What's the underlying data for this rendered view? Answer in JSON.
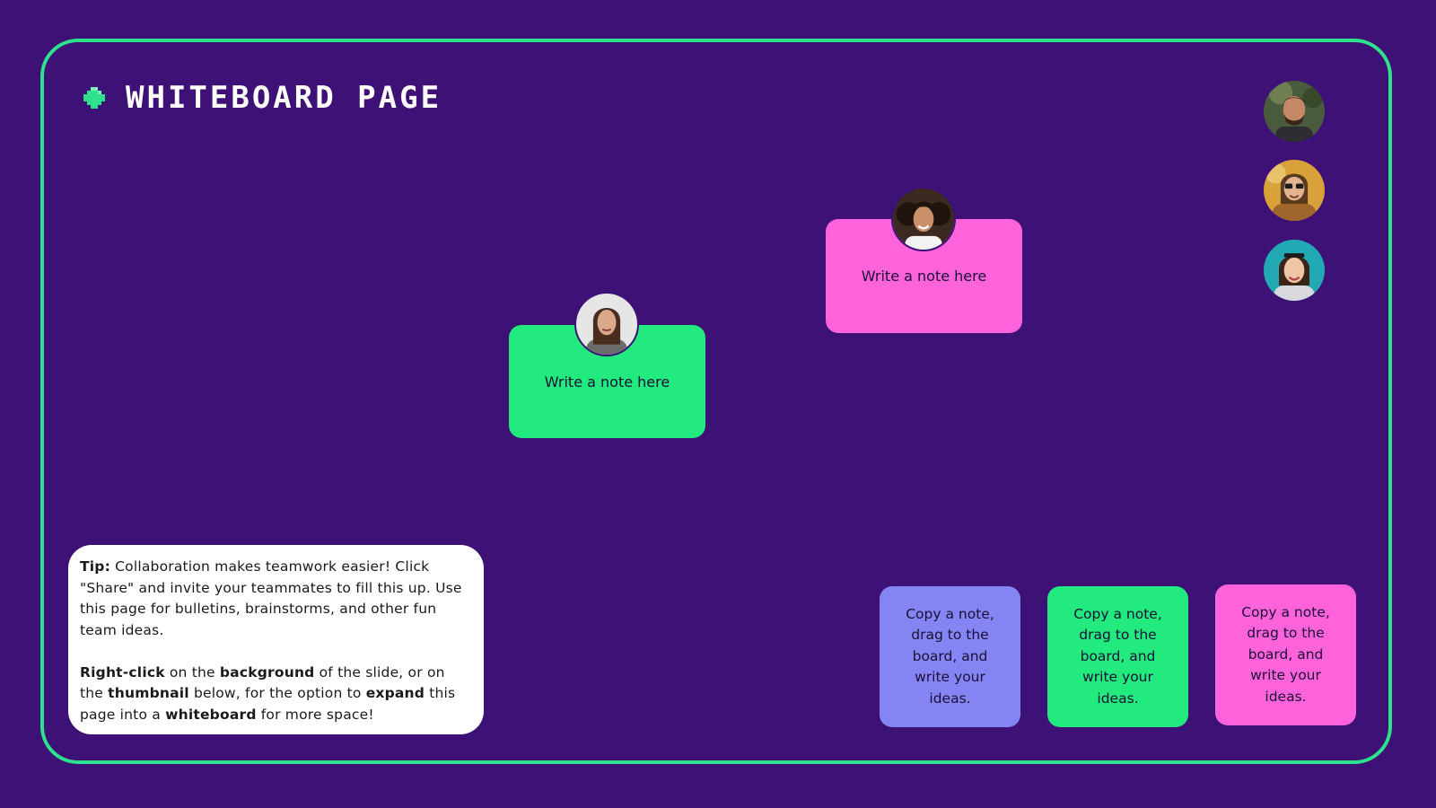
{
  "header": {
    "title": "Whiteboard page",
    "icon": "diamond-sparkle-icon"
  },
  "team_avatars": [
    {
      "name": "team-member-1",
      "icon": "avatar-man-beard-icon",
      "bg": "#4a5a3c"
    },
    {
      "name": "team-member-2",
      "icon": "avatar-woman-sunglasses-icon",
      "bg": "#d9a13a"
    },
    {
      "name": "team-member-3",
      "icon": "avatar-woman-smiling-icon",
      "bg": "#22a9b4"
    }
  ],
  "board_notes": [
    {
      "text": "Write a note here",
      "color": "#22ea7e",
      "avatar": "avatar-woman-long-hair-icon"
    },
    {
      "text": "Write a note here",
      "color": "#ff63dc",
      "avatar": "avatar-woman-curly-hair-icon"
    }
  ],
  "copy_notes": [
    {
      "text": "Copy a note, drag to the board, and write your ideas.",
      "color": "#8584f3"
    },
    {
      "text": "Copy a note, drag to the board, and write your ideas.",
      "color": "#22ea7e"
    },
    {
      "text": "Copy a note, drag to the board, and write your ideas.",
      "color": "#ff63dc"
    }
  ],
  "tip": {
    "p1_label": "Tip:",
    "p1_text": " Collaboration makes teamwork easier! Click \"Share\" and invite your teammates to fill this up. Use this page for bulletins, brainstorms, and other fun team ideas.",
    "p2_t1": "Right-click",
    "p2_t2": " on the ",
    "p2_t3": "background",
    "p2_t4": " of the slide, or on the ",
    "p2_t5": "thumbnail",
    "p2_t6": " below, for the option to ",
    "p2_t7": "expand",
    "p2_t8": " this page into a ",
    "p2_t9": "whiteboard",
    "p2_t10": " for more space!"
  },
  "colors": {
    "background": "#3d1175",
    "frame": "#2de28a",
    "green": "#22ea7e",
    "pink": "#ff63dc",
    "lavender": "#8584f3"
  }
}
